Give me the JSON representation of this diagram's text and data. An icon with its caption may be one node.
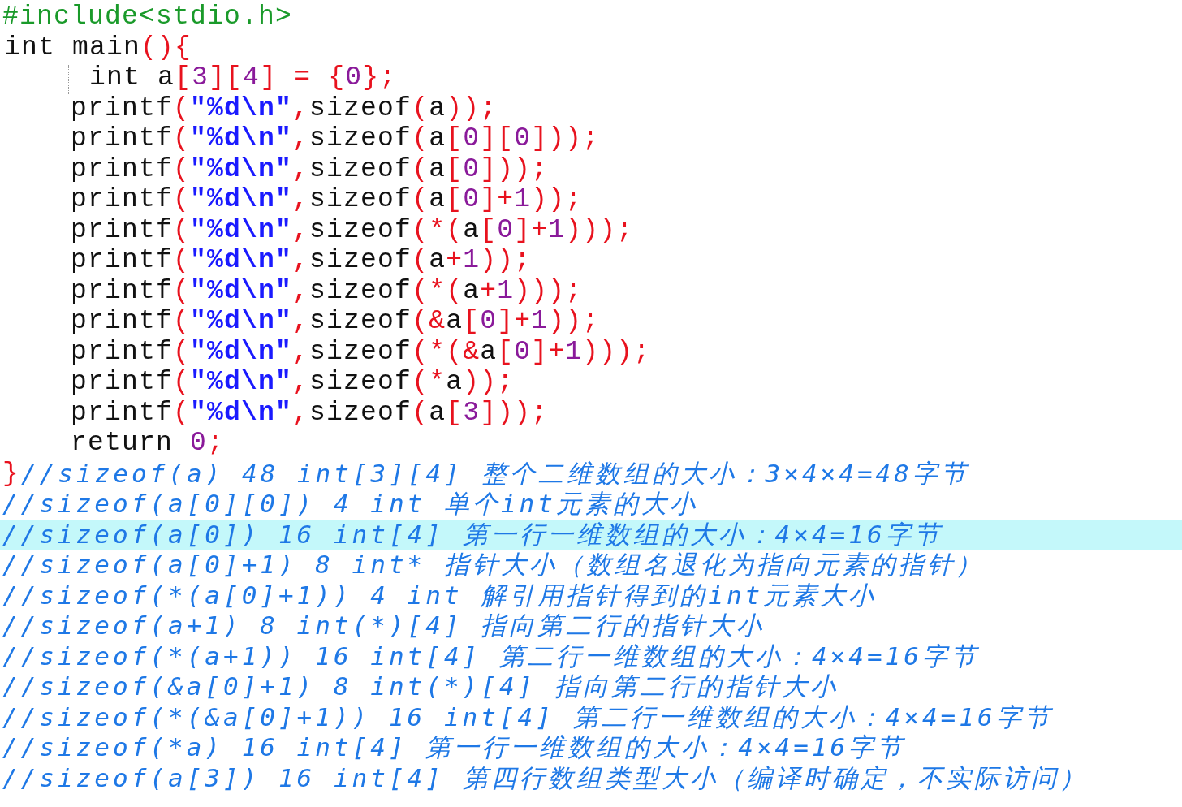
{
  "diagram": {
    "labels": [
      "#include<stdio.h>",
      "int main(){",
      "int a[3][4] = {0};",
      "printf(\"%d\\n\",sizeof(a));",
      "printf(\"%d\\n\",sizeof(a[0][0]));",
      "printf(\"%d\\n\",sizeof(a[0]));",
      "printf(\"%d\\n\",sizeof(a[0]+1));",
      "printf(\"%d\\n\",sizeof(*(a[0]+1)));",
      "printf(\"%d\\n\",sizeof(a+1));",
      "printf(\"%d\\n\",sizeof(*(a+1)));",
      "printf(\"%d\\n\",sizeof(&a[0]+1));",
      "printf(\"%d\\n\",sizeof(*(&a[0]+1)));",
      "printf(\"%d\\n\",sizeof(*a));",
      "printf(\"%d\\n\",sizeof(a[3]));",
      "return 0;",
      "}",
      "//sizeof(a) 48 int[3][4] 整个二维数组的大小：3×4×4=48字节",
      "//sizeof(a[0][0]) 4 int 单个int元素的大小",
      "//sizeof(a[0]) 16 int[4] 第一行一维数组的大小：4×4=16字节",
      "//sizeof(a[0]+1) 8 int* 指针大小（数组名退化为指向元素的指针）",
      "//sizeof(*(a[0]+1)) 4 int 解引用指针得到的int元素大小",
      "//sizeof(a+1) 8 int(*)[4] 指向第二行的指针大小",
      "//sizeof(*(a+1)) 16 int[4] 第二行一维数组的大小：4×4=16字节",
      "//sizeof(&a[0]+1) 8 int(*)[4] 指向第二行的指针大小",
      "//sizeof(*(&a[0]+1)) 16 int[4] 第二行一维数组的大小：4×4=16字节",
      "//sizeof(*a) 16 int[4] 第一行一维数组的大小：4×4=16字节",
      "//sizeof(a[3]) 16 int[4] 第四行数组类型大小（编译时确定，不实际访问）"
    ]
  }
}
